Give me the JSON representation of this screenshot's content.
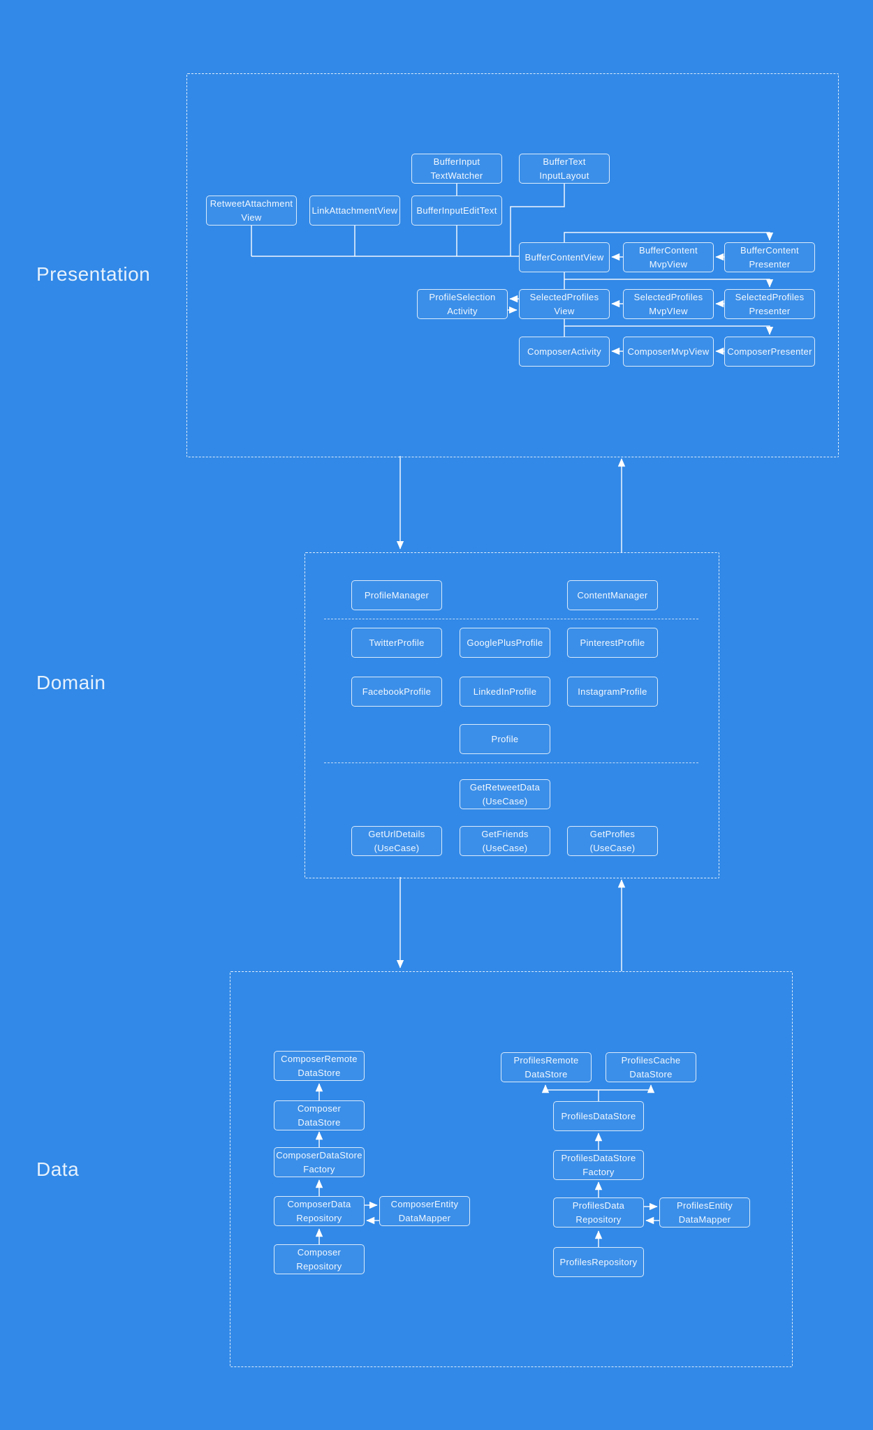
{
  "colors": {
    "background": "#3289e7",
    "line": "#ffffff",
    "box_border": "rgba(255,255,255,0.82)",
    "text": "#f2f8ff"
  },
  "sections": {
    "presentation": {
      "label": "Presentation"
    },
    "domain": {
      "label": "Domain"
    },
    "data": {
      "label": "Data"
    }
  },
  "nodes": {
    "buffer_input_text_watcher": "BufferInput\nTextWatcher",
    "buffer_text_input_layout": "BufferText\nInputLayout",
    "retweet_attachment_view": "RetweetAttachment\nView",
    "link_attachment_view": "LinkAttachmentView",
    "buffer_input_edit_text": "BufferInputEditText",
    "buffer_content_view": "BufferContentView",
    "buffer_content_mvp_view": "BufferContent\nMvpView",
    "buffer_content_presenter": "BufferContent\nPresenter",
    "profile_selection_activity": "ProfileSelection\nActivity",
    "selected_profiles_view": "SelectedProfiles\nView",
    "selected_profiles_mvp_view": "SelectedProfiles\nMvpVIew",
    "selected_profiles_presenter": "SelectedProfiles\nPresenter",
    "composer_activity": "ComposerActivity",
    "composer_mvp_view": "ComposerMvpView",
    "composer_presenter": "ComposerPresenter",
    "profile_manager": "ProfileManager",
    "content_manager": "ContentManager",
    "twitter_profile": "TwitterProfile",
    "google_plus_profile": "GooglePlusProfile",
    "pinterest_profile": "PinterestProfile",
    "facebook_profile": "FacebookProfile",
    "linked_in_profile": "LinkedInProfile",
    "instagram_profile": "InstagramProfile",
    "profile": "Profile",
    "get_retweet_data": "GetRetweetData\n(UseCase)",
    "get_url_details": "GetUrlDetails\n(UseCase)",
    "get_friends": "GetFriends\n(UseCase)",
    "get_profles": "GetProfles\n(UseCase)",
    "composer_remote_data_store": "ComposerRemote\nDataStore",
    "composer_data_store": "Composer\nDataStore",
    "composer_data_store_factory": "ComposerDataStore\nFactory",
    "composer_data_repository": "ComposerData\nRepository",
    "composer_entity_data_mapper": "ComposerEntity\nDataMapper",
    "composer_repository": "Composer\nRepository",
    "profiles_remote_data_store": "ProfilesRemote\nDataStore",
    "profiles_cache_data_store": "ProfilesCache\nDataStore",
    "profiles_data_store": "ProfilesDataStore",
    "profiles_data_store_factory": "ProfilesDataStore\nFactory",
    "profiles_data_repository": "ProfilesData\nRepository",
    "profiles_entity_data_mapper": "ProfilesEntity\nDataMapper",
    "profiles_repository": "ProfilesRepository"
  }
}
